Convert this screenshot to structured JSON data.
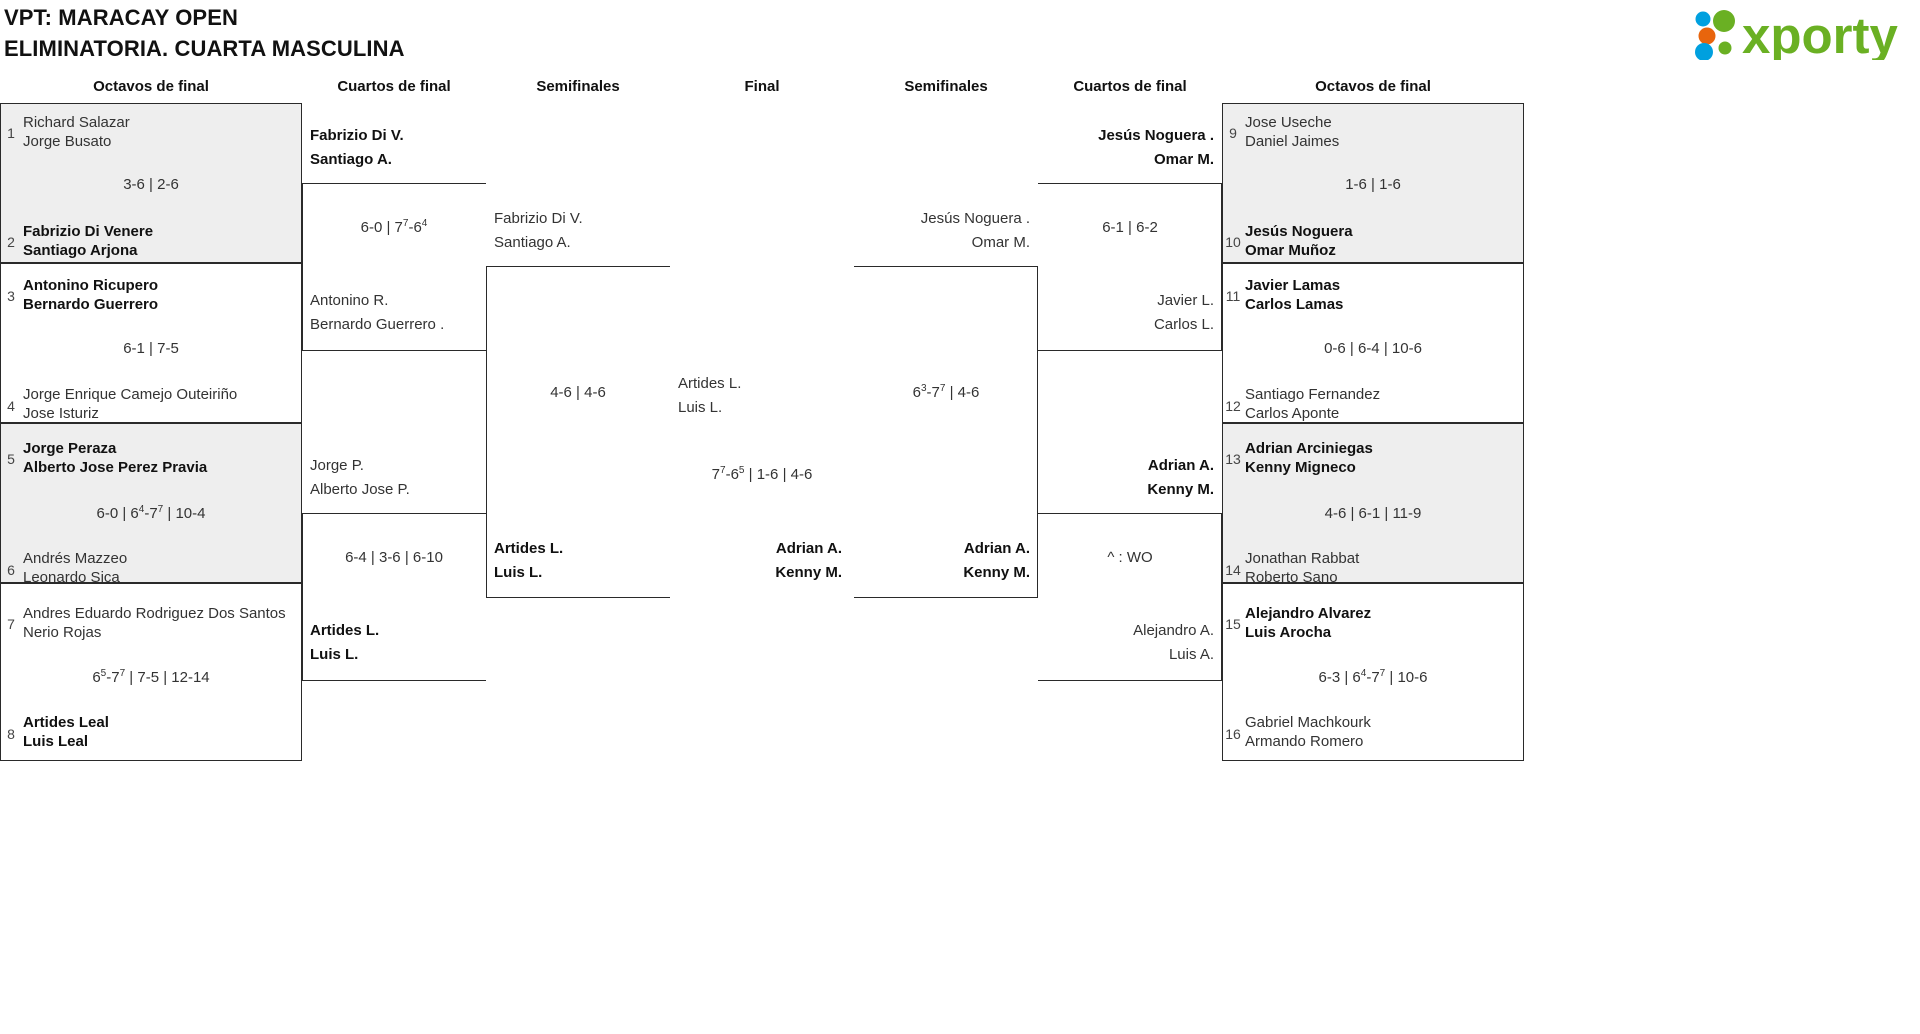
{
  "header": {
    "title_line1": "VPT: MARACAY OPEN",
    "title_line2": "ELIMINATORIA. CUARTA MASCULINA",
    "logo_text": "xporty",
    "logo_colors": {
      "green": "#6ab023",
      "blue": "#00a0df",
      "orange": "#e8650d"
    }
  },
  "rounds": {
    "left": [
      "Octavos de final",
      "Cuartos de final",
      "Semifinales"
    ],
    "center": "Final",
    "right": [
      "Semifinales",
      "Cuartos de final",
      "Octavos de final"
    ]
  },
  "left": {
    "octavos": [
      {
        "score": "3-6 | 2-6",
        "top": {
          "seed": "1",
          "p1": "Richard Salazar",
          "p2": "Jorge Busato",
          "winner": false
        },
        "bottom": {
          "seed": "2",
          "p1": "Fabrizio Di Venere",
          "p2": "Santiago Arjona",
          "winner": true
        },
        "shaded": true
      },
      {
        "score": "6-1 | 7-5",
        "top": {
          "seed": "3",
          "p1": "Antonino Ricupero",
          "p2": "Bernardo Guerrero",
          "winner": true
        },
        "bottom": {
          "seed": "4",
          "p1": "Jorge Enrique Camejo Outeiriño",
          "p2": "Jose Isturiz",
          "winner": false
        },
        "shaded": false
      },
      {
        "score": "6-0 | 6^4-7^7 | 10-4",
        "top": {
          "seed": "5",
          "p1": "Jorge Peraza",
          "p2": "Alberto Jose Perez Pravia",
          "winner": true
        },
        "bottom": {
          "seed": "6",
          "p1": "Andrés Mazzeo",
          "p2": "Leonardo Sica",
          "winner": false
        },
        "shaded": true
      },
      {
        "score": "6^5-7^7 | 7-5 | 12-14",
        "top": {
          "seed": "7",
          "p1": "Andres Eduardo Rodriguez Dos Santos",
          "p2": "Nerio Rojas",
          "winner": false
        },
        "bottom": {
          "seed": "8",
          "p1": "Artides Leal",
          "p2": "Luis Leal",
          "winner": true
        },
        "shaded": false
      }
    ],
    "cuartos": [
      {
        "score": "6-0 | 7^7-6^4",
        "top": {
          "p1": "Fabrizio Di V.",
          "p2": "Santiago A.",
          "winner": true
        },
        "bottom": {
          "p1": "Antonino R.",
          "p2": "Bernardo Guerrero .",
          "winner": false
        }
      },
      {
        "score": "6-4 | 3-6 | 6-10",
        "top": {
          "p1": "Jorge P.",
          "p2": "Alberto Jose P.",
          "winner": false
        },
        "bottom": {
          "p1": "Artides L.",
          "p2": "Luis L.",
          "winner": true
        }
      }
    ],
    "semifinales": [
      {
        "score": "4-6 | 4-6",
        "top": {
          "p1": "Fabrizio Di V.",
          "p2": "Santiago A.",
          "winner": false
        },
        "bottom": {
          "p1": "Artides L.",
          "p2": "Luis L.",
          "winner": true
        }
      }
    ]
  },
  "final": {
    "score": "7^7-6^5 | 1-6 | 4-6",
    "top": {
      "p1": "Artides L.",
      "p2": "Luis L.",
      "winner": false
    },
    "bottom": {
      "p1": "Adrian A.",
      "p2": "Kenny M.",
      "winner": true
    }
  },
  "right": {
    "semifinales": [
      {
        "score": "6^3-7^7 | 4-6",
        "top": {
          "p1": "Jesús Noguera .",
          "p2": "Omar M.",
          "winner": false
        },
        "bottom": {
          "p1": "Adrian A.",
          "p2": "Kenny M.",
          "winner": true
        }
      }
    ],
    "cuartos": [
      {
        "score": "6-1 | 6-2",
        "top": {
          "p1": "Jesús Noguera .",
          "p2": "Omar M.",
          "winner": true
        },
        "bottom": {
          "p1": "Javier L.",
          "p2": "Carlos L.",
          "winner": false
        }
      },
      {
        "score": "^ : WO",
        "top": {
          "p1": "Adrian A.",
          "p2": "Kenny M.",
          "winner": true
        },
        "bottom": {
          "p1": "Alejandro A.",
          "p2": "Luis A.",
          "winner": false
        }
      }
    ],
    "octavos": [
      {
        "score": "1-6 | 1-6",
        "top": {
          "seed": "9",
          "p1": "Jose Useche",
          "p2": "Daniel Jaimes",
          "winner": false
        },
        "bottom": {
          "seed": "10",
          "p1": "Jesús Noguera",
          "p2": "Omar Muñoz",
          "winner": true
        },
        "shaded": true
      },
      {
        "score": "0-6 | 6-4 | 10-6",
        "top": {
          "seed": "11",
          "p1": "Javier Lamas",
          "p2": "Carlos Lamas",
          "winner": true
        },
        "bottom": {
          "seed": "12",
          "p1": "Santiago Fernandez",
          "p2": "Carlos Aponte",
          "winner": false
        },
        "shaded": false
      },
      {
        "score": "4-6 | 6-1 | 11-9",
        "top": {
          "seed": "13",
          "p1": "Adrian Arciniegas",
          "p2": "Kenny Migneco",
          "winner": true
        },
        "bottom": {
          "seed": "14",
          "p1": "Jonathan Rabbat",
          "p2": "Roberto Sano",
          "winner": false
        },
        "shaded": true
      },
      {
        "score": "6-3 | 6^4-7^7 | 10-6",
        "top": {
          "seed": "15",
          "p1": "Alejandro Alvarez",
          "p2": "Luis Arocha",
          "winner": true
        },
        "bottom": {
          "seed": "16",
          "p1": "Gabriel Machkourk",
          "p2": "Armando Romero",
          "winner": false
        },
        "shaded": false
      }
    ]
  }
}
